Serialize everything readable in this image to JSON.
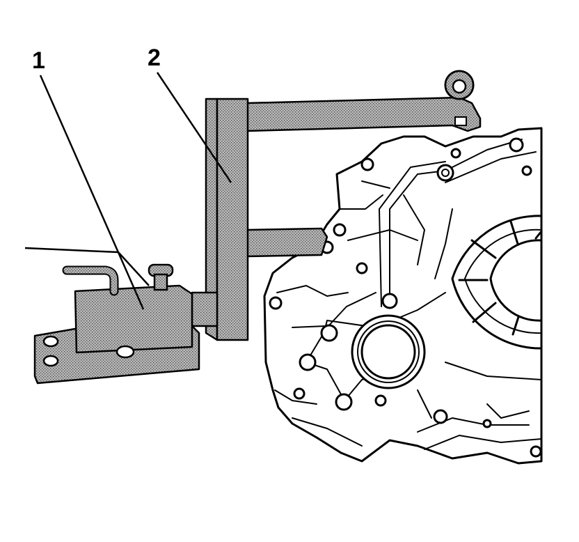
{
  "callouts": [
    {
      "id": "1",
      "label": "1"
    },
    {
      "id": "2",
      "label": "2"
    }
  ],
  "colors": {
    "ink": "#000000",
    "shading": "#9a9a9a",
    "background": "#ffffff"
  }
}
